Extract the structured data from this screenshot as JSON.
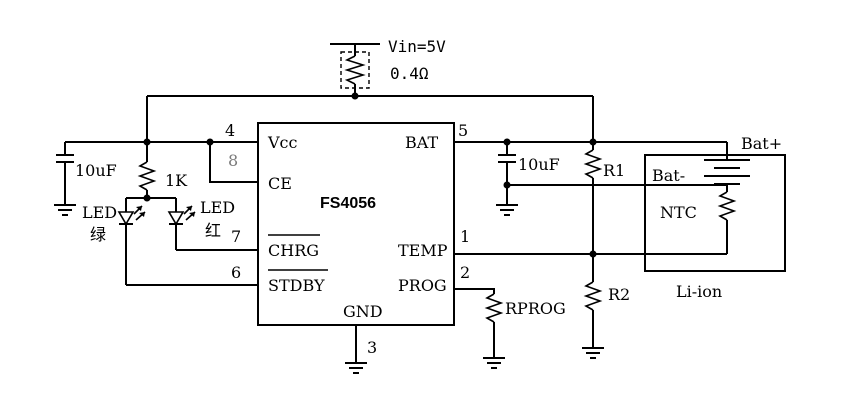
{
  "supply": {
    "voltage": "Vin=5V",
    "resistance": "0.4Ω"
  },
  "ic": {
    "name": "FS4056",
    "pins": {
      "vcc": {
        "name": "Vcc",
        "number": "4"
      },
      "ce": {
        "name": "CE",
        "number": "8"
      },
      "chrg": {
        "name": "CHRG",
        "number": "7"
      },
      "stdby": {
        "name": "STDBY",
        "number": "6"
      },
      "gnd": {
        "name": "GND",
        "number": "3"
      },
      "bat": {
        "name": "BAT",
        "number": "5"
      },
      "temp": {
        "name": "TEMP",
        "number": "1"
      },
      "prog": {
        "name": "PROG",
        "number": "2"
      }
    }
  },
  "components": {
    "c_in": "10uF",
    "r_led": "1K",
    "led_green": {
      "line1": "LED",
      "line2": "绿"
    },
    "led_red": {
      "line1": "LED",
      "line2": "红"
    },
    "c_out": "10uF",
    "r1": "R1",
    "r2": "R2",
    "rprog": "RPROG",
    "ntc": "NTC"
  },
  "battery": {
    "pos": "Bat+",
    "neg": "Bat-",
    "type": "Li-ion"
  }
}
